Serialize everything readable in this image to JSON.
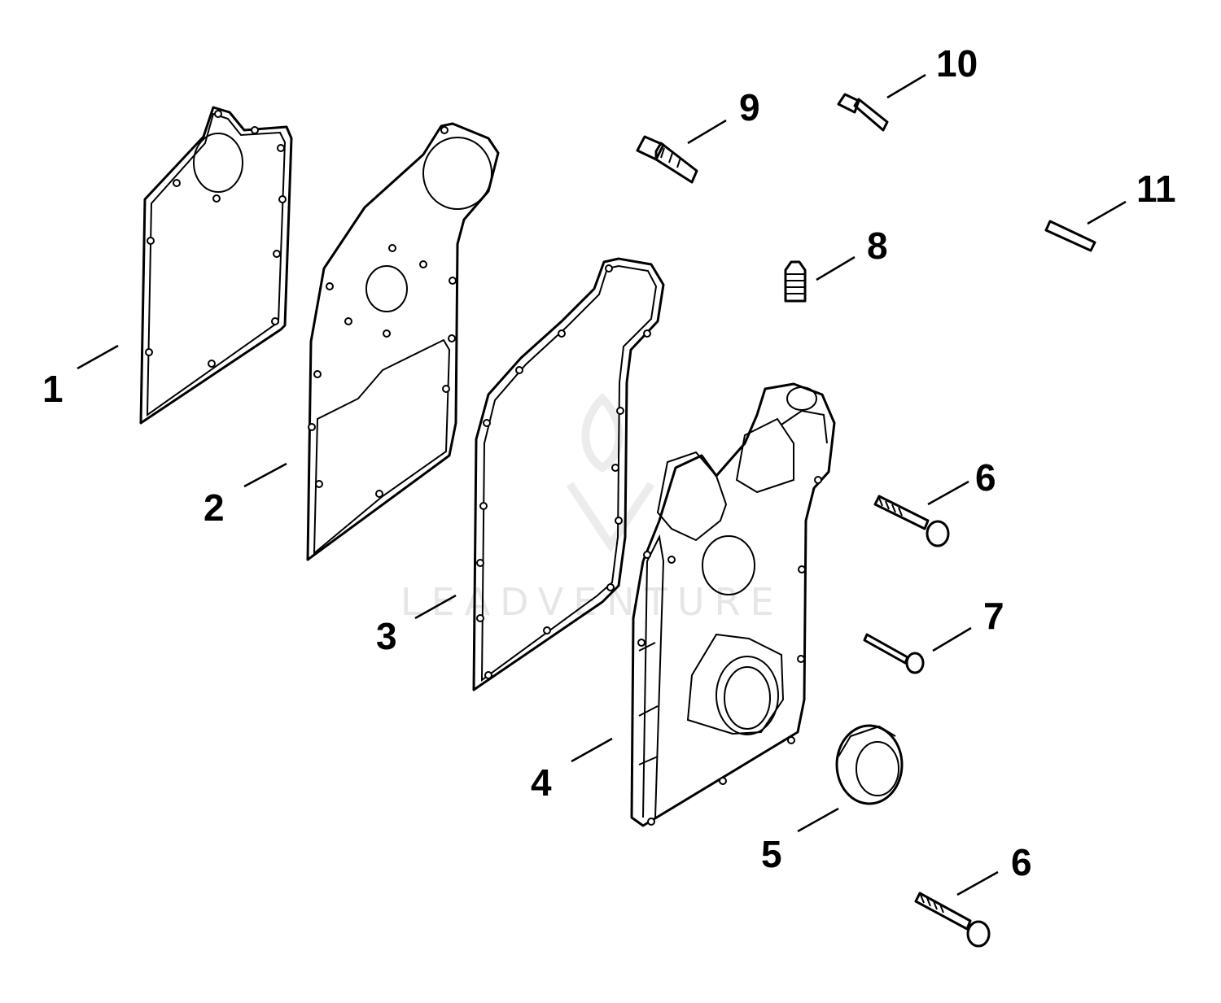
{
  "watermark": {
    "text": "LEADVENTURE"
  },
  "callouts": [
    {
      "id": "1",
      "label": "1"
    },
    {
      "id": "2",
      "label": "2"
    },
    {
      "id": "3",
      "label": "3"
    },
    {
      "id": "4",
      "label": "4"
    },
    {
      "id": "5",
      "label": "5"
    },
    {
      "id": "6a",
      "label": "6"
    },
    {
      "id": "6b",
      "label": "6"
    },
    {
      "id": "7",
      "label": "7"
    },
    {
      "id": "8",
      "label": "8"
    },
    {
      "id": "9",
      "label": "9"
    },
    {
      "id": "10",
      "label": "10"
    },
    {
      "id": "11",
      "label": "11"
    }
  ]
}
